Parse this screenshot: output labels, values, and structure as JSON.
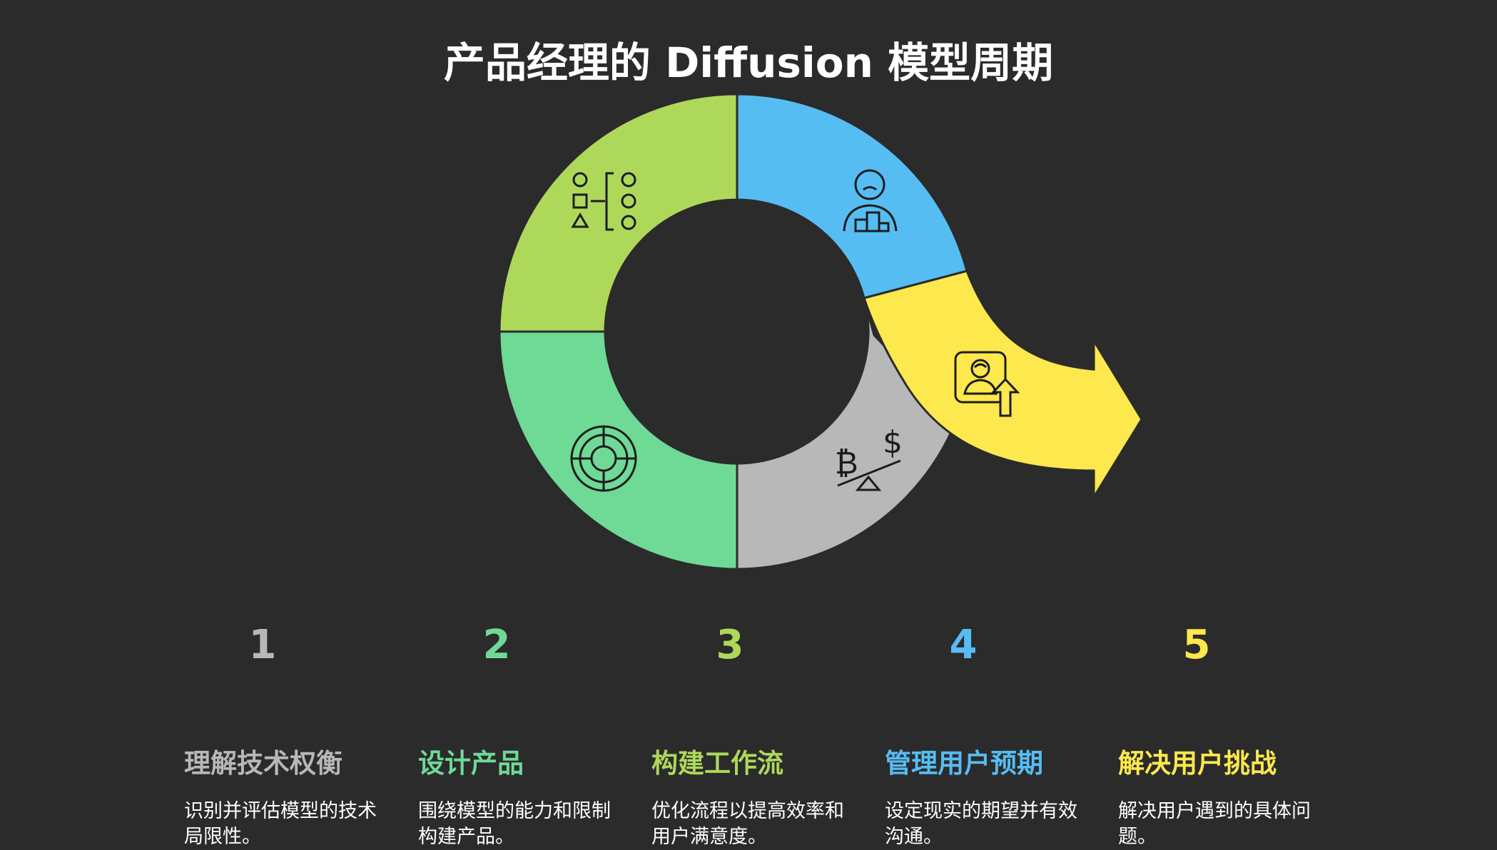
{
  "title": "产品经理的 Diffusion 模型周期",
  "colors": {
    "background": "#2b2b2b",
    "gray": "#b8b8b8",
    "green": "#6fd996",
    "lime": "#aed85a",
    "blue": "#56bdf3",
    "yellow": "#fde84d"
  },
  "segments": [
    {
      "color": "gray",
      "icon": "balance-scale-currency-icon"
    },
    {
      "color": "green",
      "icon": "target-icon"
    },
    {
      "color": "lime",
      "icon": "shapes-flow-icon"
    },
    {
      "color": "blue",
      "icon": "user-podium-icon"
    },
    {
      "color": "yellow",
      "icon": "user-upload-icon"
    }
  ],
  "steps": [
    {
      "number": "1",
      "title": "理解技术权衡",
      "description": "识别并评估模型的技术局限性。",
      "color": "#b8b8b8"
    },
    {
      "number": "2",
      "title": "设计产品",
      "description": "围绕模型的能力和限制构建产品。",
      "color": "#6fd996"
    },
    {
      "number": "3",
      "title": "构建工作流",
      "description": "优化流程以提高效率和用户满意度。",
      "color": "#aed85a"
    },
    {
      "number": "4",
      "title": "管理用户预期",
      "description": "设定现实的期望并有效沟通。",
      "color": "#56bdf3"
    },
    {
      "number": "5",
      "title": "解决用户挑战",
      "description": "解决用户遇到的具体问题。",
      "color": "#fde84d"
    }
  ]
}
